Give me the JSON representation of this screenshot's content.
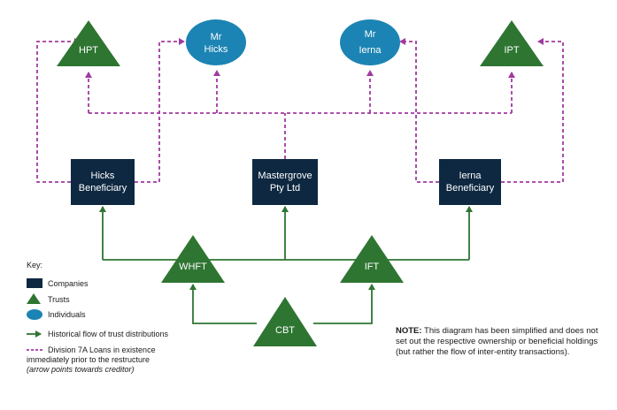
{
  "nodes": {
    "hpt": "HPT",
    "mr_hicks": [
      "Mr",
      "Hicks"
    ],
    "mr_ierna": [
      "Mr",
      "Ierna"
    ],
    "ipt": "IPT",
    "hicks_beneficiary": [
      "Hicks",
      "Beneficiary"
    ],
    "mastergrove": [
      "Mastergrove",
      "Pty Ltd"
    ],
    "ierna_beneficiary": [
      "Ierna",
      "Beneficiary"
    ],
    "whft": "WHFT",
    "ift": "IFT",
    "cbt": "CBT"
  },
  "key": {
    "title": "Key:",
    "companies": "Companies",
    "trusts": "Trusts",
    "individuals": "Individuals",
    "historical": "Historical flow of trust distributions",
    "div7a_line1": "Division 7A Loans in existence",
    "div7a_line2": "immediately prior to the restructure",
    "div7a_line3": "(arrow points towards creditor)"
  },
  "note": {
    "bold": "NOTE:",
    "text": " This diagram has been simplified and does not set out the respective ownership or beneficial holdings (but rather the flow of inter-entity transactions)."
  },
  "colors": {
    "company": "#0e2841",
    "trust": "#2e7532",
    "individual": "#1c84b4",
    "loan": "#a03aa0",
    "flow": "#2e7532"
  }
}
